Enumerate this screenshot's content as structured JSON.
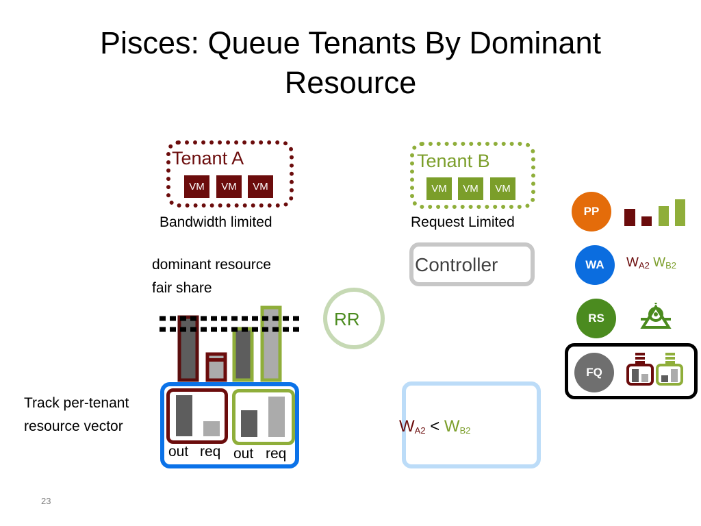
{
  "slide": {
    "title": "Pisces: Queue Tenants By Dominant Resource",
    "page_number": "23"
  },
  "tenant_a": {
    "label": "Tenant A",
    "vms": [
      "VM",
      "VM",
      "VM"
    ],
    "caption": "Bandwidth limited",
    "color": "#6b0c0c"
  },
  "tenant_b": {
    "label": "Tenant B",
    "vms": [
      "VM",
      "VM",
      "VM"
    ],
    "caption": "Request Limited",
    "color": "#7b9e2a"
  },
  "drf": {
    "line1": "dominant resource",
    "line2": "fair share"
  },
  "rr": {
    "label": "RR"
  },
  "controller": {
    "label": "Controller"
  },
  "tracking": {
    "line1": "Track per-tenant",
    "line2": "resource vector",
    "a_out": "out",
    "a_req": "req",
    "b_out": "out",
    "b_req": "req"
  },
  "weights": {
    "wa2_base": "W",
    "wa2_sub": "A2",
    "less_than": "<",
    "wb2_base": "W",
    "wb2_sub": "B2"
  },
  "legend": {
    "pp": {
      "label": "PP",
      "color": "#e46c0a"
    },
    "wa": {
      "label": "WA",
      "color": "#0b6ddf",
      "wa_base": "W",
      "wa_sub": "A2",
      "wb_base": "W",
      "wb_sub": "B2"
    },
    "rs": {
      "label": "RS",
      "color": "#4b8b1f"
    },
    "fq": {
      "label": "FQ",
      "color": "#6f6f6f"
    }
  }
}
